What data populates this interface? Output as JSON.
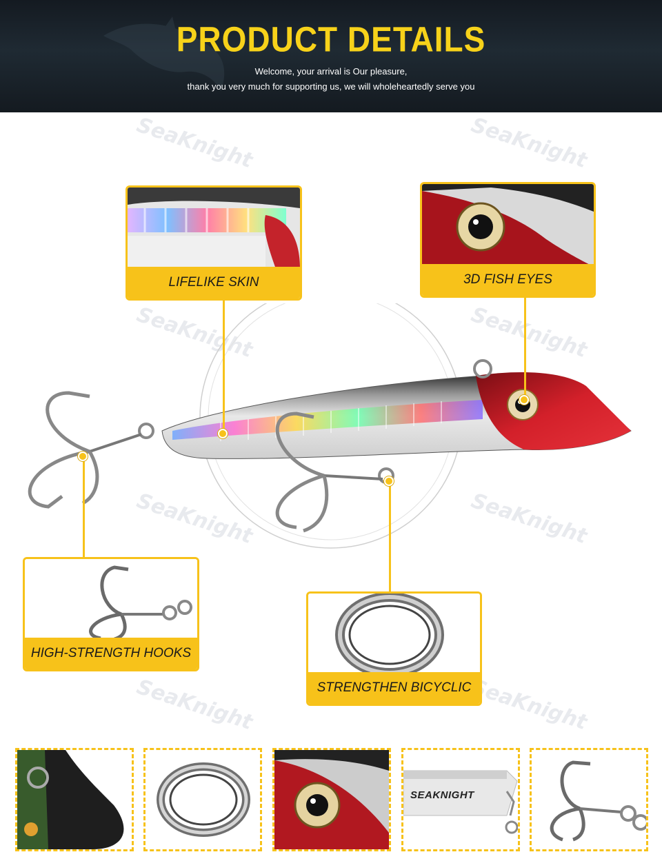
{
  "banner": {
    "title": "PRODUCT DETAILS",
    "subtitle_line1": "Welcome, your arrival is Our pleasure,",
    "subtitle_line2": "thank you very much for supporting us, we will wholeheartedly serve you"
  },
  "callouts": {
    "skin": "LIFELIKE SKIN",
    "eyes": "3D FISH EYES",
    "hooks": "HIGH-STRENGTH HOOKS",
    "ring": "STRENGTHEN BICYCLIC"
  },
  "brand": {
    "logo_text": "SEAKNIGHT",
    "watermark": "SeaKnight"
  },
  "colors": {
    "accent": "#f7c21a",
    "title": "#f7d21a",
    "lure_head": "#d3202a"
  },
  "thumbnails": [
    {
      "name": "lure-bill-detail"
    },
    {
      "name": "split-ring-detail"
    },
    {
      "name": "fish-eye-detail"
    },
    {
      "name": "seaknight-logo-detail"
    },
    {
      "name": "treble-hook-detail"
    }
  ]
}
